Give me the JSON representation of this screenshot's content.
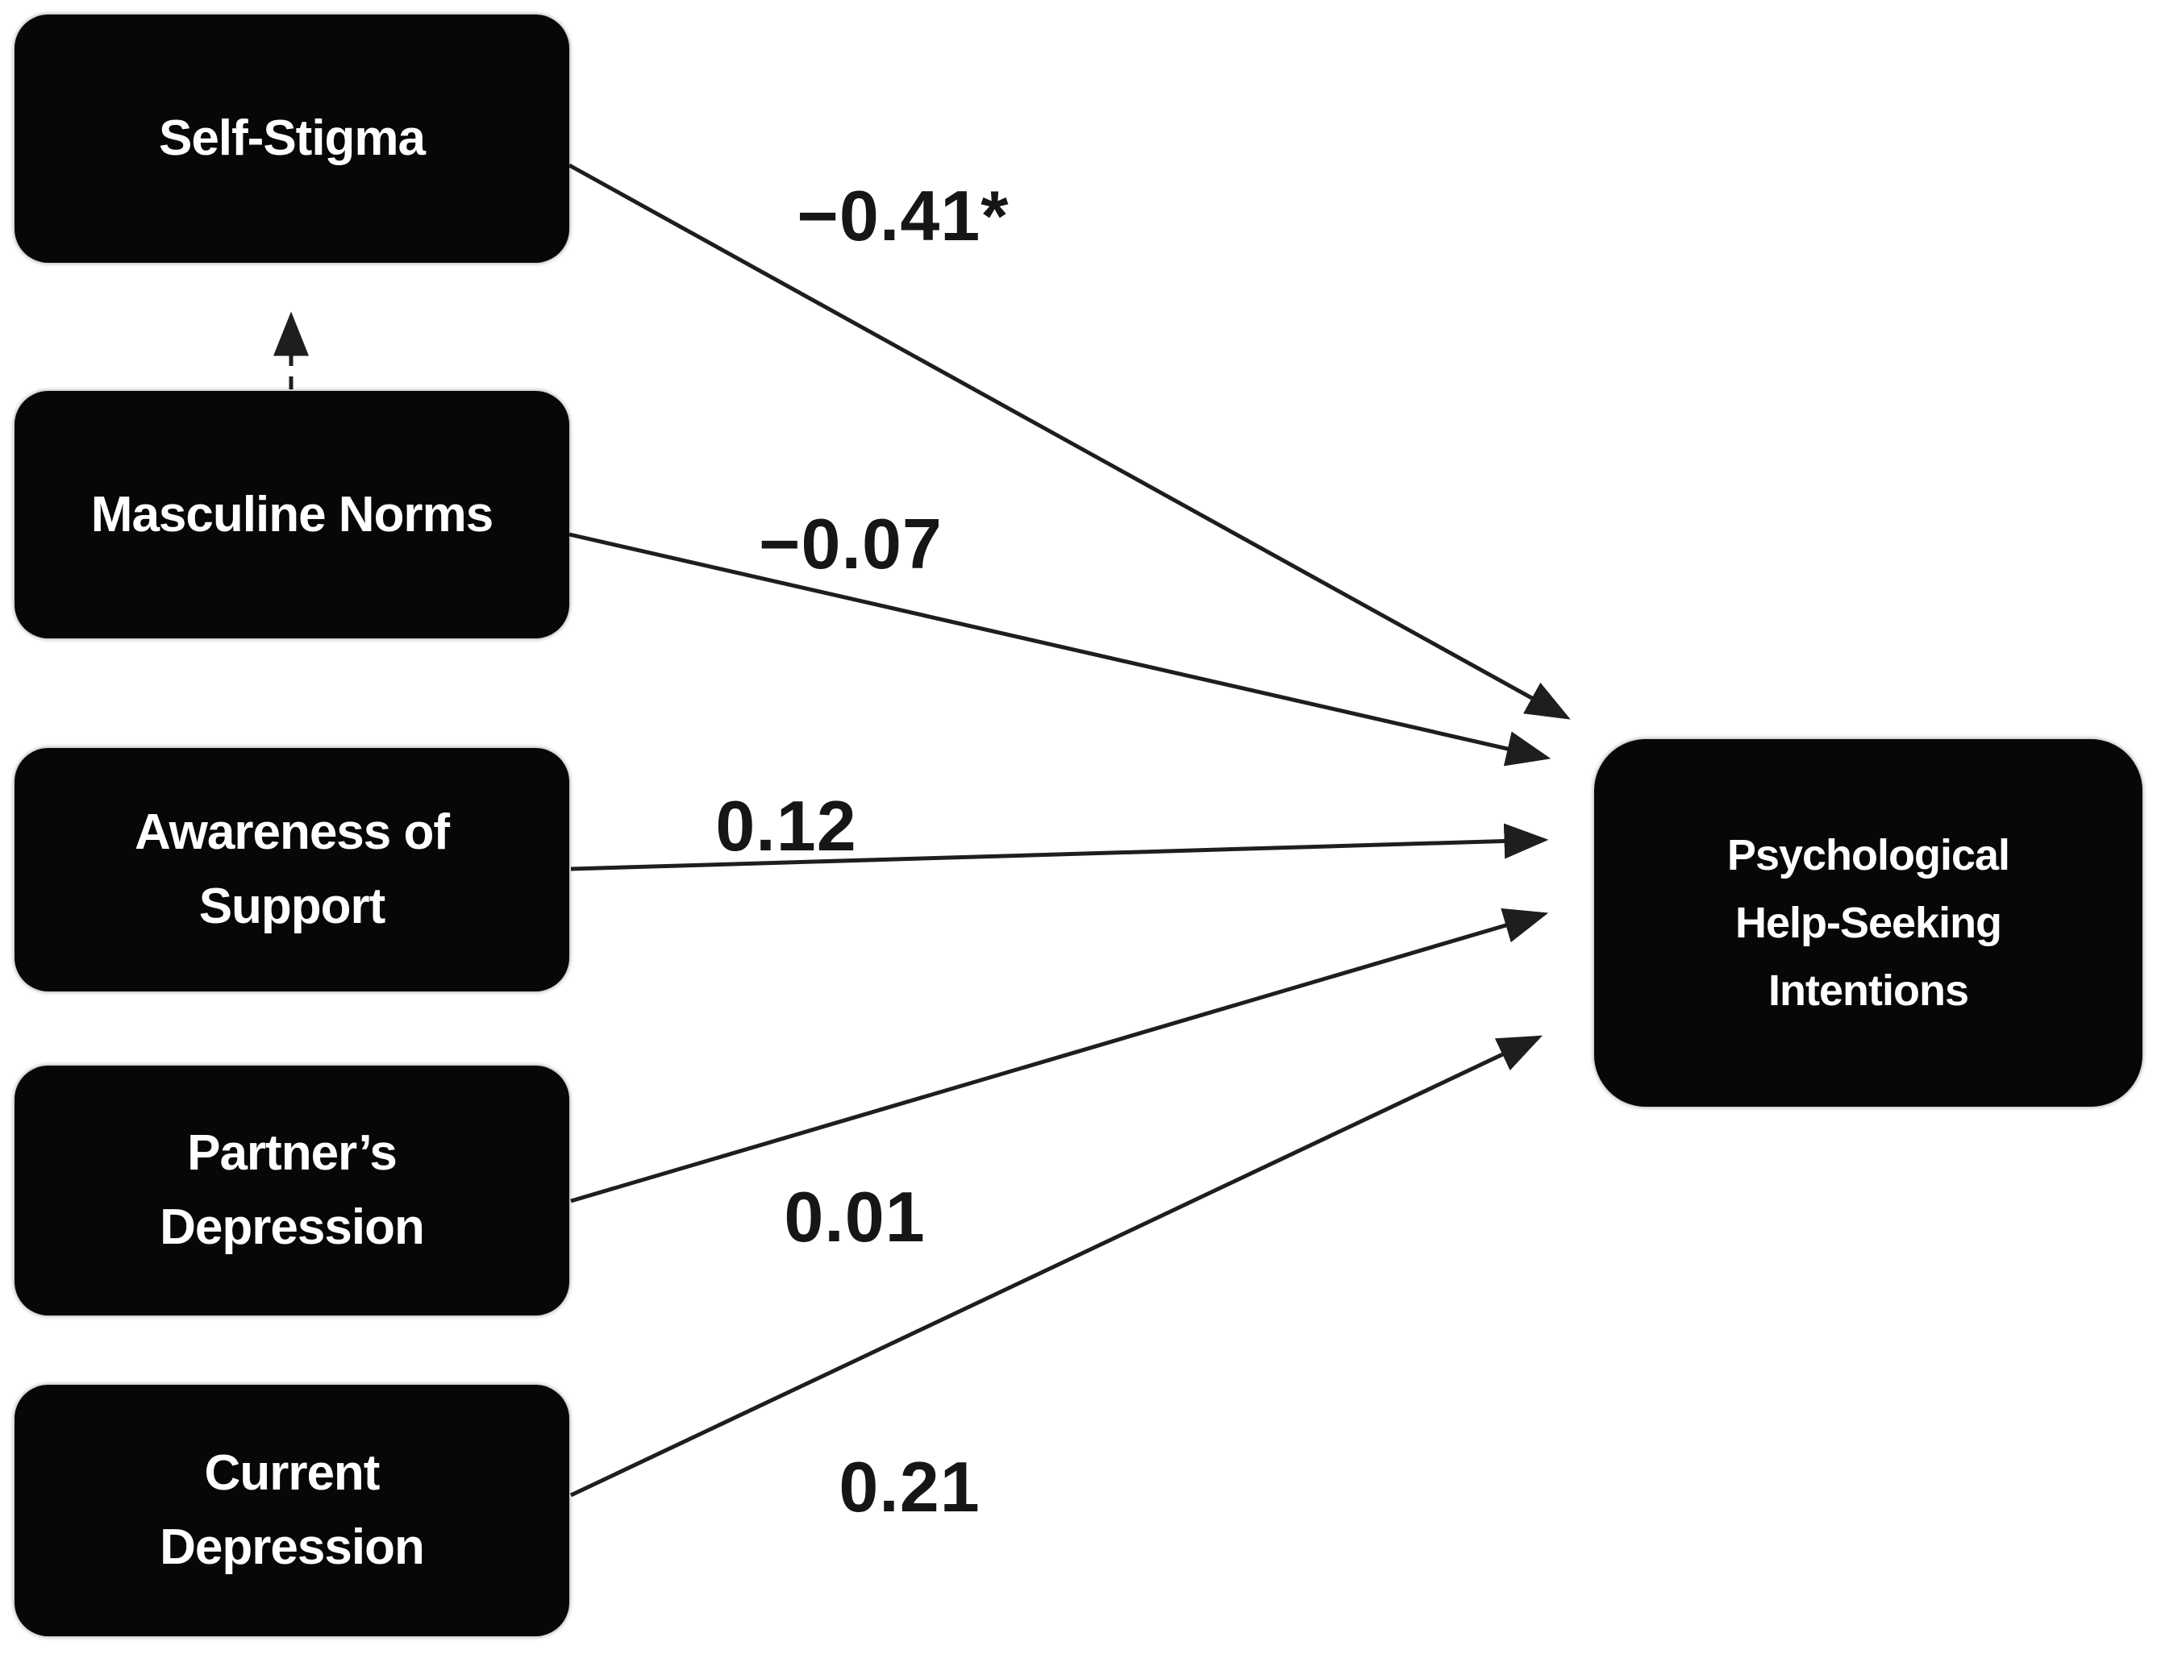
{
  "figure": {
    "type": "path-diagram",
    "background_color": "#ffffff",
    "node_fill_color": "#070707",
    "node_text_color": "#ffffff",
    "arrow_color": "#1e1e1e",
    "nodes": {
      "self_stigma": {
        "label": "Self-Stigma",
        "lines": [
          "Self-Stigma"
        ]
      },
      "masculine_norms": {
        "label": "Masculine Norms",
        "lines": [
          "Masculine Norms"
        ]
      },
      "awareness_of_support": {
        "label": "Awareness of Support",
        "lines": [
          "Awareness of",
          "Support"
        ]
      },
      "partners_depression": {
        "label": "Partner’s Depression",
        "lines": [
          "Partner’s",
          "Depression"
        ]
      },
      "current_depression": {
        "label": "Current Depression",
        "lines": [
          "Current",
          "Depression"
        ]
      },
      "outcome": {
        "label": "Psychological Help-Seeking Intentions",
        "lines": [
          "Psychological",
          "Help-Seeking",
          "Intentions"
        ]
      }
    },
    "paths": [
      {
        "from": "Self-Stigma",
        "to": "Psychological Help-Seeking Intentions",
        "coefficient": "−0.41*",
        "style": "solid"
      },
      {
        "from": "Masculine Norms",
        "to": "Psychological Help-Seeking Intentions",
        "coefficient": "−0.07",
        "style": "solid"
      },
      {
        "from": "Awareness of Support",
        "to": "Psychological Help-Seeking Intentions",
        "coefficient": "0.12",
        "style": "solid"
      },
      {
        "from": "Partner’s Depression",
        "to": "Psychological Help-Seeking Intentions",
        "coefficient": "0.01",
        "style": "solid"
      },
      {
        "from": "Current Depression",
        "to": "Psychological Help-Seeking Intentions",
        "coefficient": "0.21",
        "style": "solid"
      },
      {
        "from": "Masculine Norms",
        "to": "Self-Stigma",
        "coefficient": "",
        "style": "dashed"
      }
    ]
  }
}
